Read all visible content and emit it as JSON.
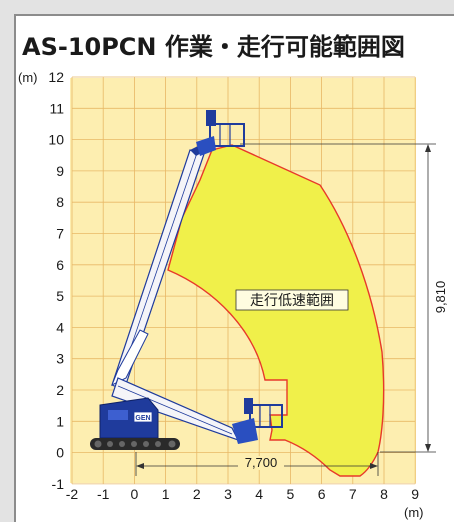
{
  "title": "AS-10PCN 作業・走行可能範囲図",
  "y_unit": "(m)",
  "x_unit": "(m)",
  "y_ticks": [
    "12",
    "11",
    "10",
    "9",
    "8",
    "7",
    "6",
    "5",
    "4",
    "3",
    "2",
    "1",
    "0",
    "-1"
  ],
  "x_ticks": [
    "-2",
    "-1",
    "0",
    "1",
    "2",
    "3",
    "4",
    "5",
    "6",
    "7",
    "8",
    "9"
  ],
  "zone_label": "走行低速範囲",
  "dim_height": "9,810",
  "dim_width": "7,700",
  "machine_badge": "GEN",
  "colors": {
    "grid_bg": "#fdeeb0",
    "grid_line": "#e8b866",
    "zone_fill": "#f0f04a",
    "zone_stroke": "#e8392a",
    "machine_blue": "#1f3b9c",
    "boom_white": "#f4f4f8"
  }
}
